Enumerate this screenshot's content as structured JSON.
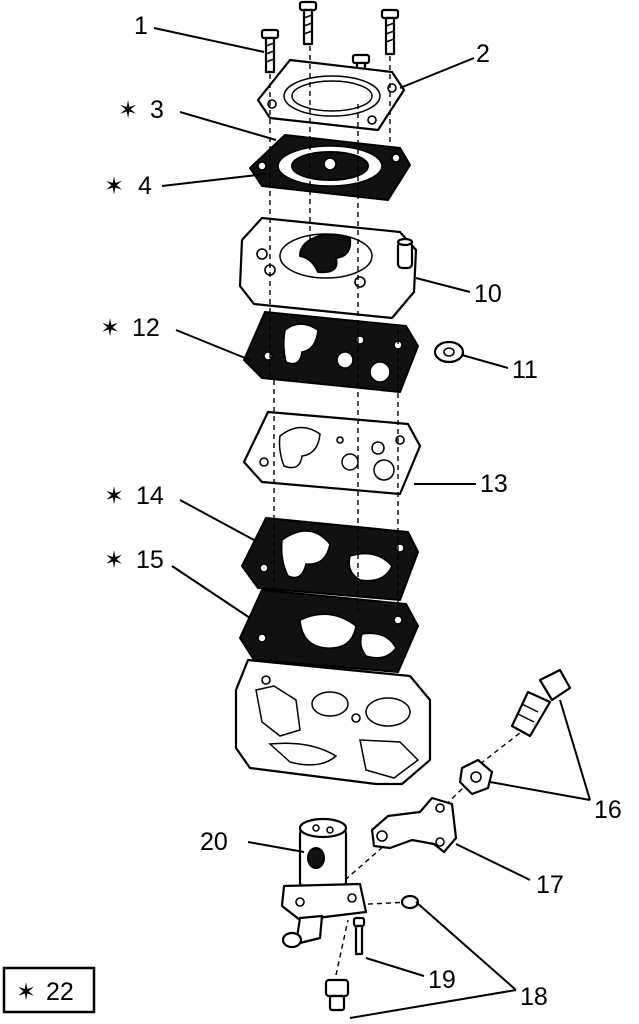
{
  "callouts": [
    {
      "id": "c1",
      "text": "1",
      "star": false
    },
    {
      "id": "c2",
      "text": "2",
      "star": false
    },
    {
      "id": "c3",
      "text": "3",
      "star": true
    },
    {
      "id": "c4",
      "text": "4",
      "star": true
    },
    {
      "id": "c10",
      "text": "10",
      "star": false
    },
    {
      "id": "c11",
      "text": "11",
      "star": false
    },
    {
      "id": "c12",
      "text": "12",
      "star": true
    },
    {
      "id": "c13",
      "text": "13",
      "star": false
    },
    {
      "id": "c14",
      "text": "14",
      "star": true
    },
    {
      "id": "c15",
      "text": "15",
      "star": true
    },
    {
      "id": "c16",
      "text": "16",
      "star": false
    },
    {
      "id": "c17",
      "text": "17",
      "star": false
    },
    {
      "id": "c18",
      "text": "18",
      "star": false
    },
    {
      "id": "c19",
      "text": "19",
      "star": false
    },
    {
      "id": "c20",
      "text": "20",
      "star": false
    }
  ],
  "legend": {
    "star": "✶",
    "text": "22"
  },
  "star_glyph": "✶"
}
